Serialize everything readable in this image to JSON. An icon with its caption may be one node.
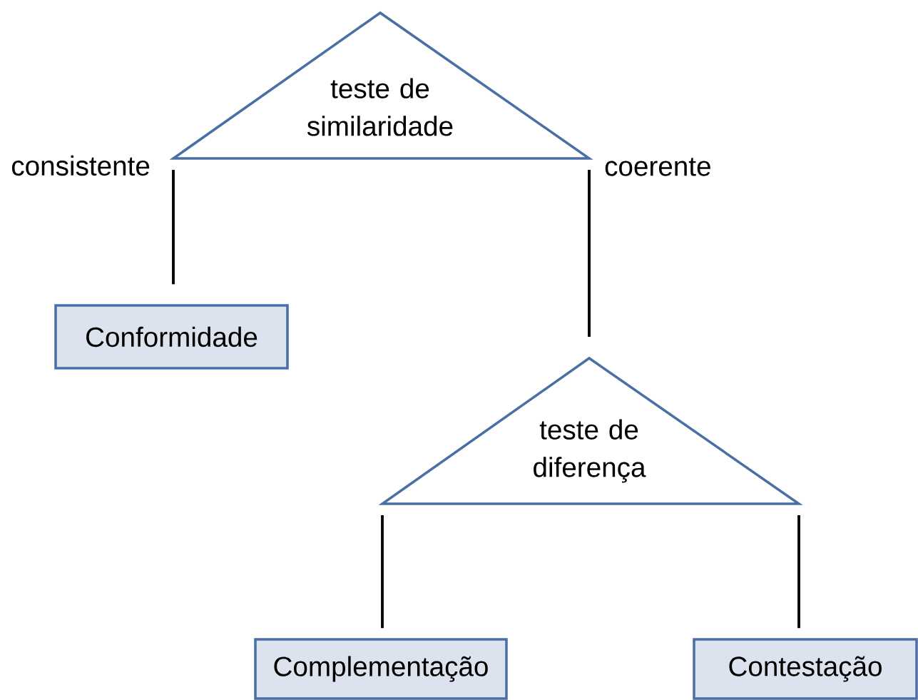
{
  "diagram": {
    "nodes": [
      {
        "text": [
          "teste de similaridade"
        ]
      },
      {
        "text": [
          "Conformidade"
        ]
      },
      {
        "text": [
          "teste de diferença"
        ]
      },
      {
        "text": [
          "Complementação"
        ]
      },
      {
        "text": [
          "Contestação"
        ]
      }
    ],
    "edges": [
      {
        "from": 0,
        "to": 1,
        "arrow": "none",
        "label": "consistente"
      },
      {
        "from": 0,
        "to": 2,
        "arrow": "none",
        "label": "coerente"
      },
      {
        "from": 2,
        "to": 3,
        "arrow": "none"
      },
      {
        "from": 2,
        "to": 4,
        "arrow": "none"
      }
    ]
  }
}
